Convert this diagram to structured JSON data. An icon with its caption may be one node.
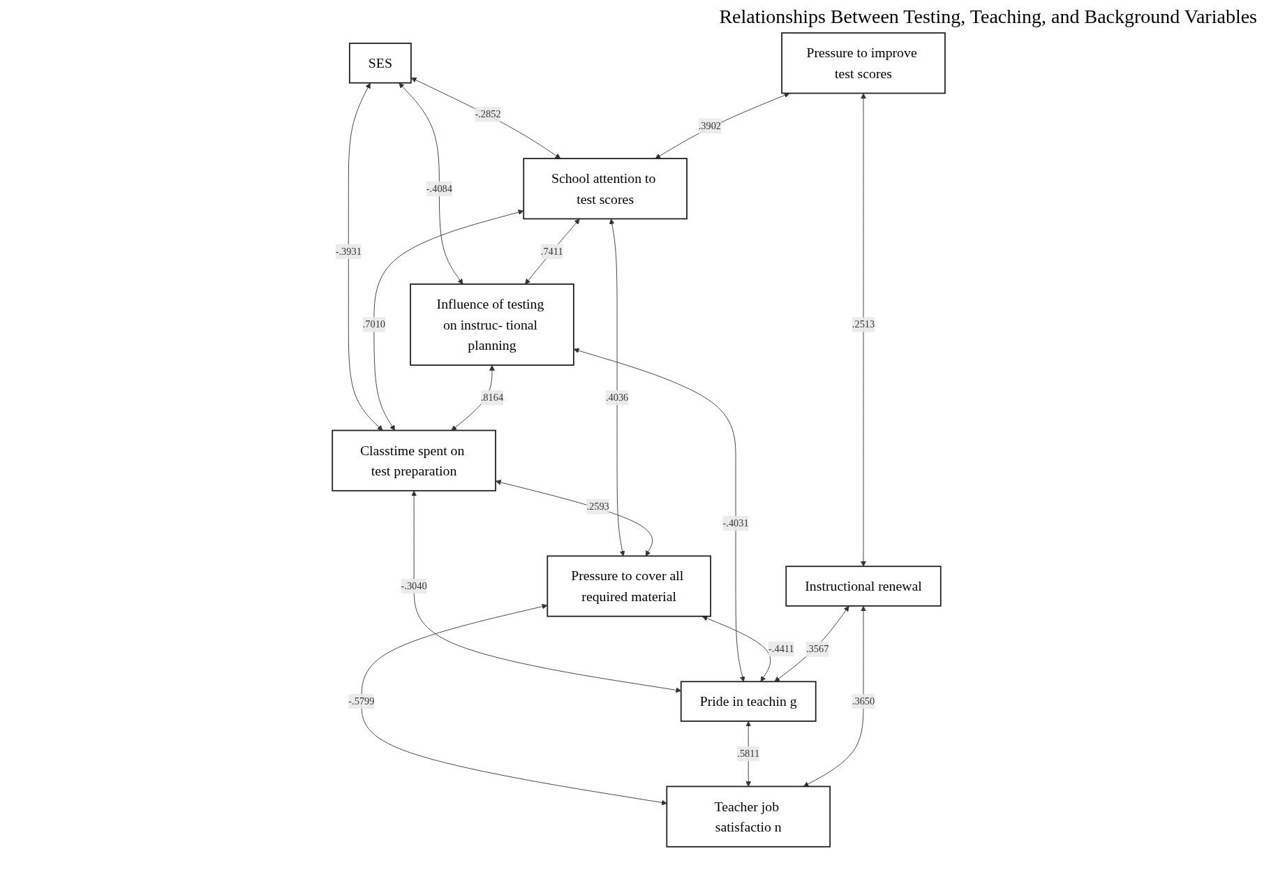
{
  "diagram": {
    "title": "Relationships Between Testing, Teaching, and Background Variables",
    "nodes": [
      {
        "text": [
          "SES"
        ]
      },
      {
        "text": [
          "Pressure to improve test scores"
        ]
      },
      {
        "text": [
          "School attention to test scores"
        ]
      },
      {
        "text": [
          "Influence of testing on instruc- tional planning"
        ]
      },
      {
        "text": [
          "Classtime spent on test preparation"
        ]
      },
      {
        "text": [
          "Pressure to cover all required material"
        ]
      },
      {
        "text": [
          "Instructional renewal"
        ]
      },
      {
        "text": [
          "Pride in teachin g"
        ]
      },
      {
        "text": [
          "Teacher job satisfactio n"
        ]
      }
    ],
    "edges": [
      {
        "from": 0,
        "to": 4,
        "arrow": "both",
        "label": "-.3931"
      },
      {
        "from": 0,
        "to": 3,
        "arrow": "both",
        "label": "-.4084"
      },
      {
        "from": 0,
        "to": 2,
        "arrow": "both",
        "label": "-.2852"
      },
      {
        "from": 2,
        "to": 4,
        "arrow": "both",
        "label": ".7010"
      },
      {
        "from": 1,
        "to": 2,
        "arrow": "both",
        "label": ".3902"
      },
      {
        "from": 2,
        "to": 3,
        "arrow": "both",
        "label": ".7411"
      },
      {
        "from": 3,
        "to": 4,
        "arrow": "both",
        "label": ".8164"
      },
      {
        "from": 2,
        "to": 5,
        "arrow": "both",
        "label": ".4036"
      },
      {
        "from": 4,
        "to": 5,
        "arrow": "both",
        "label": ".2593"
      },
      {
        "from": 4,
        "to": 7,
        "arrow": "both",
        "label": "-.3040"
      },
      {
        "from": 3,
        "to": 7,
        "arrow": "both",
        "label": "-.4031"
      },
      {
        "from": 5,
        "to": 8,
        "arrow": "both",
        "label": "-.5799"
      },
      {
        "from": 5,
        "to": 7,
        "arrow": "both",
        "label": "-.4411"
      },
      {
        "from": 1,
        "to": 6,
        "arrow": "both",
        "label": ".2513"
      },
      {
        "from": 6,
        "to": 7,
        "arrow": "both",
        "label": ".3567"
      },
      {
        "from": 7,
        "to": 8,
        "arrow": "both",
        "label": ".5811"
      },
      {
        "from": 6,
        "to": 8,
        "arrow": "both",
        "label": ".3650"
      }
    ]
  }
}
